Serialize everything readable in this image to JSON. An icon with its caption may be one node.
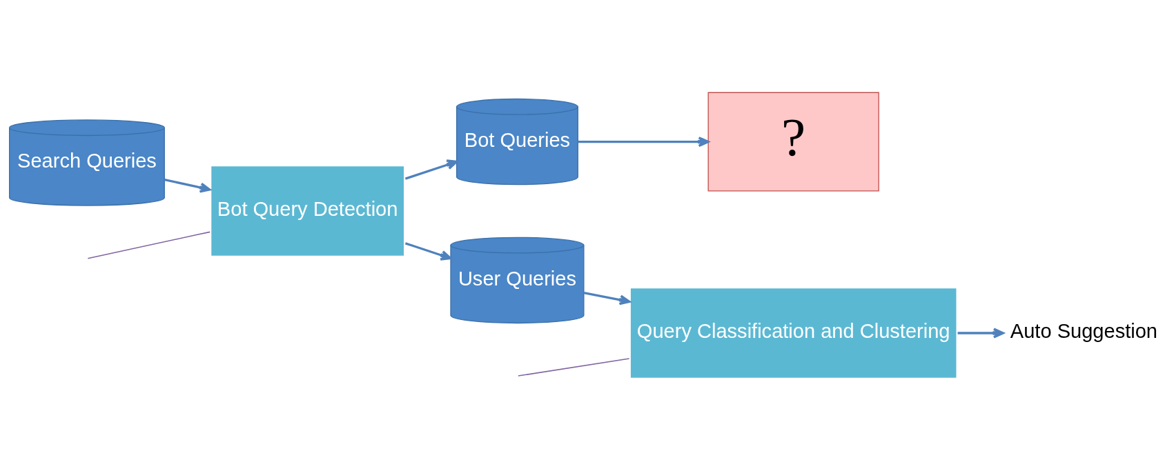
{
  "diagram": {
    "nodes": [
      {
        "text": [
          "Search Queries"
        ]
      },
      {
        "text": [
          "Bot Query Detection"
        ]
      },
      {
        "text": [
          "Bot Queries"
        ]
      },
      {
        "text": [
          "?"
        ]
      },
      {
        "text": [
          "User Queries"
        ]
      },
      {
        "text": [
          "Query Classification and Clustering"
        ]
      },
      {
        "text": [
          "Auto Suggestion"
        ]
      }
    ],
    "edges": [
      {
        "from": 0,
        "to": 1,
        "arrow": "to"
      },
      {
        "from": 1,
        "to": 2,
        "arrow": "to"
      },
      {
        "from": 1,
        "to": 4,
        "arrow": "to"
      },
      {
        "from": 2,
        "to": 3,
        "arrow": "to"
      },
      {
        "from": 4,
        "to": 5,
        "arrow": "to"
      },
      {
        "from": 5,
        "to": 6,
        "arrow": "to"
      },
      {
        "from": null,
        "to": 1,
        "arrow": "none",
        "color": "#8064a2"
      },
      {
        "from": null,
        "to": 5,
        "arrow": "none",
        "color": "#8064a2"
      }
    ]
  }
}
